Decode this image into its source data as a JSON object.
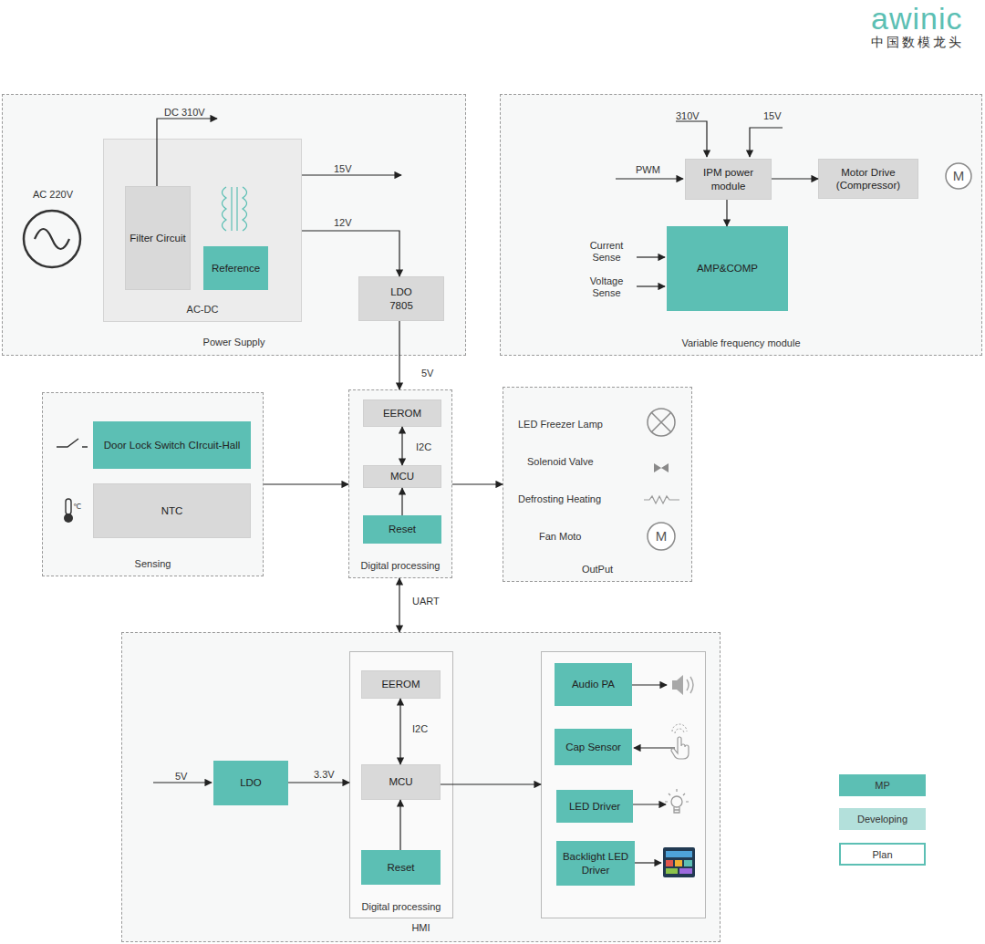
{
  "diagram": {
    "nodes": [
      {
        "text": [
          "Power Supply"
        ]
      },
      {
        "text": [
          "AC-DC"
        ],
        "in": 0
      },
      {
        "text": [
          "Filter Circuit"
        ],
        "in": 1
      },
      {
        "text": [
          "Reference"
        ],
        "in": 1
      },
      {
        "text": [
          "LDO 7805"
        ],
        "in": 0
      },
      {
        "text": [
          "Variable frequency module"
        ]
      },
      {
        "text": [
          "IPM power module"
        ],
        "in": 5
      },
      {
        "text": [
          "Motor Drive (Compressor)"
        ],
        "in": 5
      },
      {
        "text": [
          "M"
        ],
        "in": 5
      },
      {
        "text": [
          "AMP&COMP"
        ],
        "in": 5
      },
      {
        "text": [
          "Sensing"
        ]
      },
      {
        "text": [
          "Door Lock Switch CIrcuit-Hall"
        ],
        "in": 10
      },
      {
        "text": [
          "NTC"
        ],
        "in": 10
      },
      {
        "text": [
          "Digital processing"
        ]
      },
      {
        "text": [
          "EEROM"
        ],
        "in": 13
      },
      {
        "text": [
          "MCU"
        ],
        "in": 13
      },
      {
        "text": [
          "Reset"
        ],
        "in": 13
      },
      {
        "text": [
          "OutPut"
        ]
      },
      {
        "text": [
          "M"
        ],
        "in": 17
      },
      {
        "text": [
          "HMI"
        ]
      },
      {
        "text": [
          "LDO"
        ],
        "in": 19
      },
      {
        "text": [
          "Digital processing"
        ],
        "in": 19
      },
      {
        "text": [
          "EEROM"
        ],
        "in": 21
      },
      {
        "text": [
          "MCU"
        ],
        "in": 21
      },
      {
        "text": [
          "Reset"
        ],
        "in": 21
      },
      {
        "text": [],
        "in": 19
      },
      {
        "text": [
          "Audio PA"
        ],
        "in": 25
      },
      {
        "text": [
          "Cap Sensor"
        ],
        "in": 25
      },
      {
        "text": [
          "LED Driver"
        ],
        "in": 25
      },
      {
        "text": [
          "Backlight LED Driver"
        ],
        "in": 25
      }
    ],
    "edges": [
      {
        "from": 1,
        "to": 4,
        "label": "12V",
        "arrow": "to"
      },
      {
        "from": 4,
        "to": 13,
        "label": "5V",
        "arrow": "to"
      },
      {
        "from": 6,
        "to": 7,
        "arrow": "to"
      },
      {
        "from": 6,
        "to": 9,
        "arrow": "to"
      },
      {
        "from": 10,
        "to": 13,
        "arrow": "to"
      },
      {
        "from": 14,
        "to": 15,
        "label": "I2C",
        "arrow": "both"
      },
      {
        "from": 16,
        "to": 15,
        "arrow": "to"
      },
      {
        "from": 13,
        "to": 17,
        "arrow": "to"
      },
      {
        "from": 13,
        "to": 19,
        "label": "UART",
        "arrow": "both"
      },
      {
        "from": 20,
        "to": 21,
        "label": "3.3V",
        "arrow": "to"
      },
      {
        "from": 22,
        "to": 23,
        "label": "I2C",
        "arrow": "both"
      },
      {
        "from": 24,
        "to": 23,
        "arrow": "to"
      },
      {
        "from": 23,
        "to": 25,
        "arrow": "to"
      }
    ],
    "labels": [
      "awinic",
      "中国数模龙头",
      "DC 310V",
      "AC 220V",
      "15V",
      "310V",
      "15V",
      "PWM",
      "Current Sense",
      "Voltage Sense",
      "℃",
      "LED Freezer Lamp",
      "Solenoid Valve",
      "Defrosting Heating",
      "Fan Moto",
      "5V"
    ],
    "legend": [
      {
        "text": "MP",
        "color": "#5cbfb4"
      },
      {
        "text": "Developing",
        "color": "#b3e0db"
      },
      {
        "text": "Plan",
        "color": "#ffffff"
      }
    ]
  }
}
